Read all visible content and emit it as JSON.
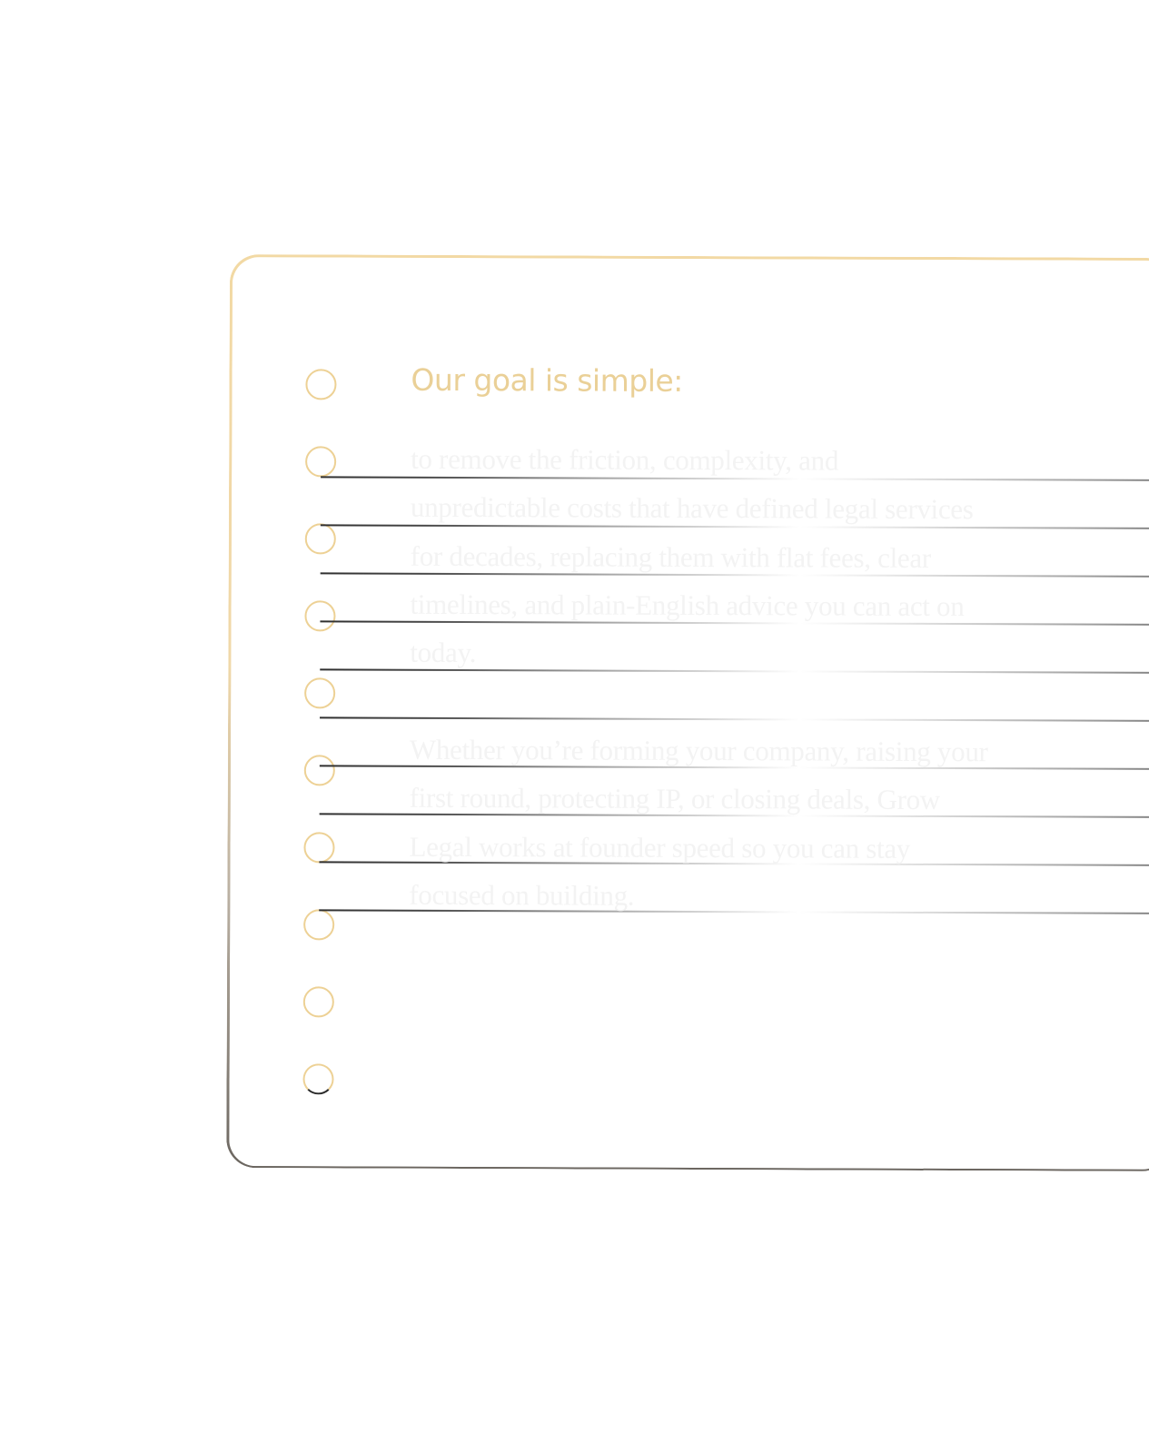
{
  "colors": {
    "accent_gold": "#ead097",
    "ring_gold": "#edd195",
    "rule_dark": "#2e2e2e",
    "faded_text": "#f3f3f3",
    "background": "#ffffff"
  },
  "notebook": {
    "ring_count": 10,
    "rule_count": 10,
    "title": "Our goal is simple:",
    "paragraphs": [
      "to remove the friction, complexity, and unpredictable costs that have defined legal services for decades, replacing them with flat fees, clear timelines, and plain-English advice you can act on today.",
      "Whether you’re forming your company, raising your first round, protecting IP, or closing deals, Grow Legal works at founder speed so you can stay focused on building."
    ]
  }
}
